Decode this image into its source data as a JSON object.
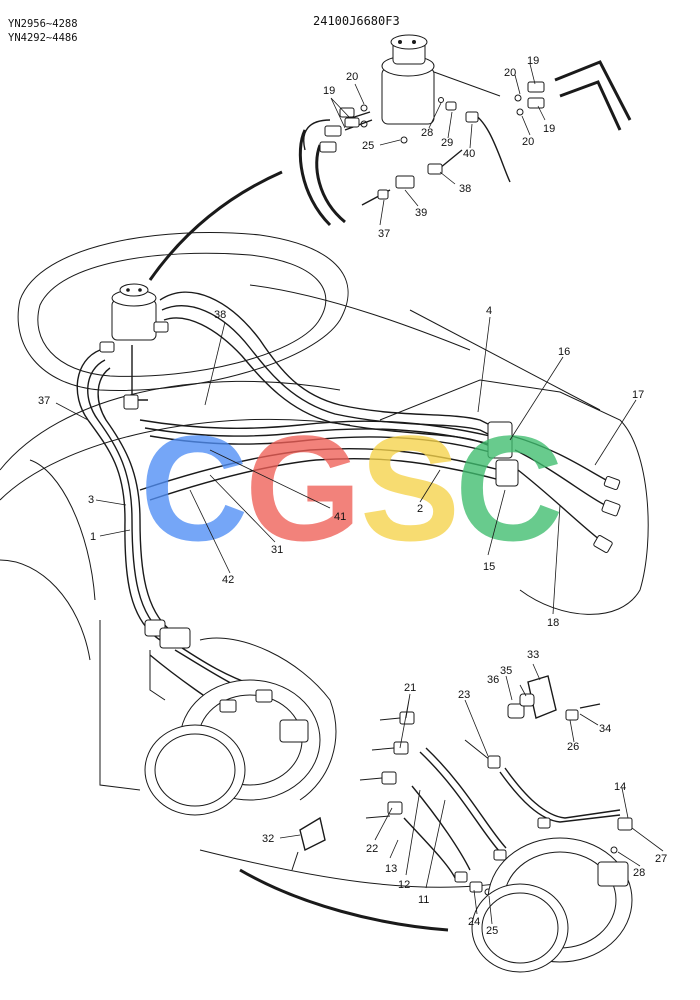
{
  "header": {
    "serial_line_1": "YN2956~4288",
    "serial_line_2": "YN4292~4486",
    "part_number": "24100J6680F3"
  },
  "watermark": {
    "letters": [
      "C",
      "G",
      "S",
      "C"
    ],
    "colors": [
      "#4f8ef5",
      "#ef5f57",
      "#f6d34a",
      "#3ebd6e"
    ]
  },
  "callouts": {
    "c1": "1",
    "c2": "2",
    "c3": "3",
    "c4": "4",
    "c11": "11",
    "c12": "12",
    "c13": "13",
    "c14": "14",
    "c15": "15",
    "c16": "16",
    "c17": "17",
    "c18": "18",
    "c19a": "19",
    "c19b": "19",
    "c19c": "19",
    "c20a": "20",
    "c20b": "20",
    "c20c": "20",
    "c21": "21",
    "c22": "22",
    "c23": "23",
    "c24": "24",
    "c25a": "25",
    "c25b": "25",
    "c26": "26",
    "c27": "27",
    "c28a": "28",
    "c28b": "28",
    "c29": "29",
    "c31": "31",
    "c32": "32",
    "c33": "33",
    "c34": "34",
    "c35": "35",
    "c36": "36",
    "c37a": "37",
    "c37b": "37",
    "c38a": "38",
    "c38b": "38",
    "c39": "39",
    "c40": "40",
    "c41": "41",
    "c42": "42"
  }
}
